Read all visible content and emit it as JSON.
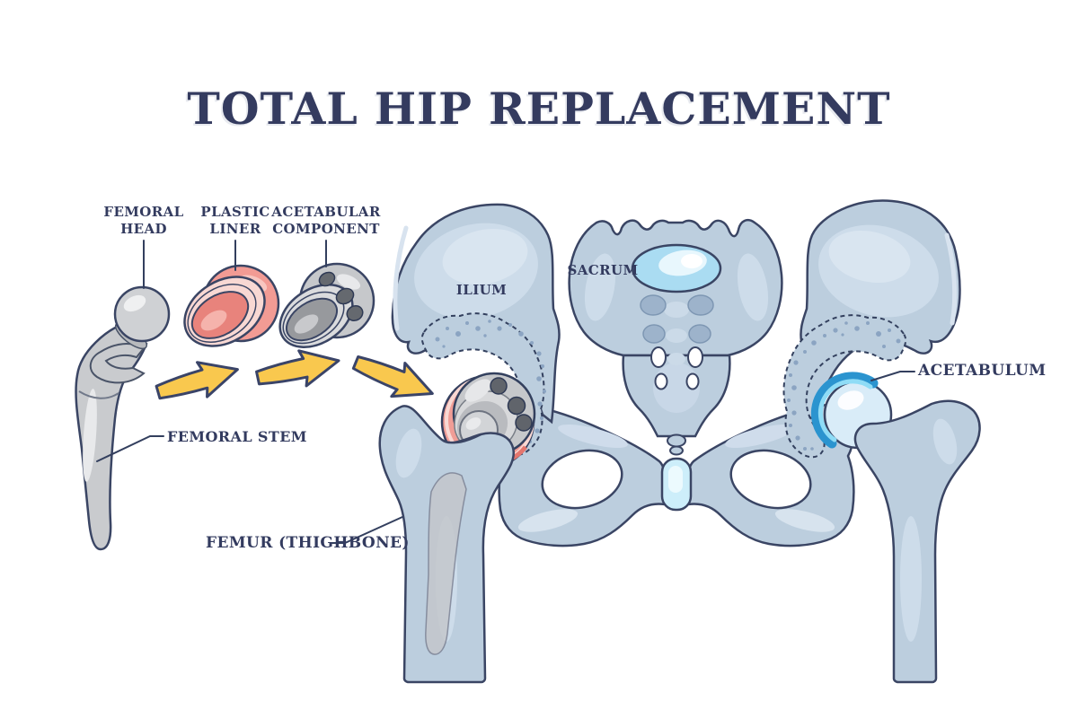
{
  "title": "TOTAL HIP REPLACEMENT",
  "labels": {
    "femoral_head": "FEMORAL\nHEAD",
    "plastic_liner": "PLASTIC\nLINER",
    "acetabular_component": "ACETABULAR\nCOMPONENT",
    "femoral_stem": "FEMORAL STEM",
    "femur": "FEMUR (THIGHBONE)",
    "ilium": "ILIUM",
    "sacrum": "SACRUM",
    "acetabulum": "ACETABULUM"
  },
  "colors": {
    "background": "#ffffff",
    "text_navy": "#333b5f",
    "outline_navy": "#3a4564",
    "bone_fill": "#bccede",
    "bone_highlight": "#d7e2ee",
    "bone_shadow": "#9db3cc",
    "arrow_yellow": "#f9c84e",
    "implant_gray": "#c6c8cb",
    "implant_gray_dark": "#60646b",
    "liner_pink": "#f09d96",
    "liner_pink_deep": "#e4766e",
    "liner_pink_pale": "#f8d8d3",
    "cartilage_blue": "#2b94cf",
    "cartilage_blue_light": "#8fdcf6",
    "disc_blue": "#aadcf2",
    "speckle_dot": "#8ba4c2"
  }
}
